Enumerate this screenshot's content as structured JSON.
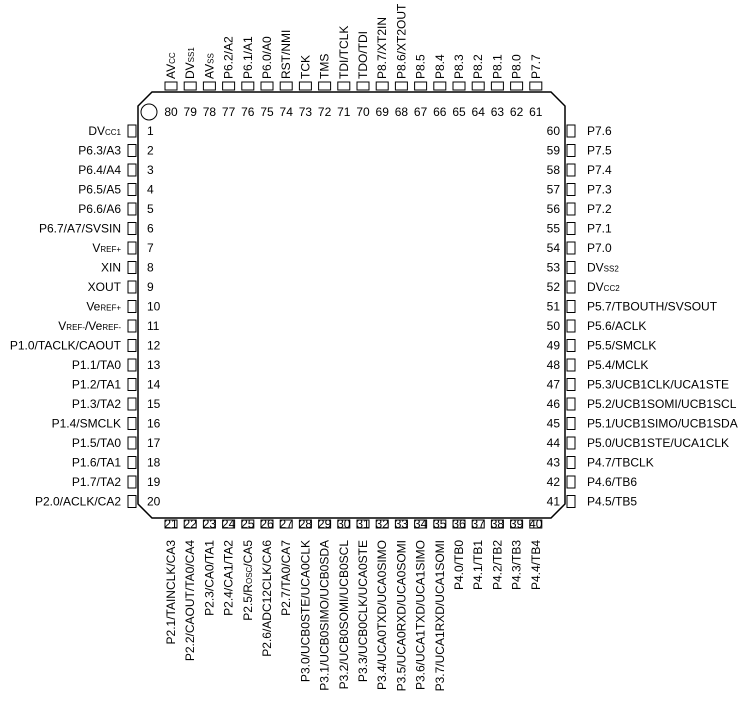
{
  "package": {
    "pins_left": [
      {
        "num": "1",
        "label": "DV",
        "sub": "CC1"
      },
      {
        "num": "2",
        "label": "P6.3/A3"
      },
      {
        "num": "3",
        "label": "P6.4/A4"
      },
      {
        "num": "4",
        "label": "P6.5/A5"
      },
      {
        "num": "5",
        "label": "P6.6/A6"
      },
      {
        "num": "6",
        "label": "P6.7/A7/SVSIN"
      },
      {
        "num": "7",
        "label": "V",
        "sub": "REF+"
      },
      {
        "num": "8",
        "label": "XIN"
      },
      {
        "num": "9",
        "label": "XOUT"
      },
      {
        "num": "10",
        "label": "Ve",
        "sub": "REF+"
      },
      {
        "num": "11",
        "label": "V",
        "sub": "REF-",
        "label2": "/Ve",
        "sub2": "REF-"
      },
      {
        "num": "12",
        "label": "P1.0/TACLK/CAOUT"
      },
      {
        "num": "13",
        "label": "P1.1/TA0"
      },
      {
        "num": "14",
        "label": "P1.2/TA1"
      },
      {
        "num": "15",
        "label": "P1.3/TA2"
      },
      {
        "num": "16",
        "label": "P1.4/SMCLK"
      },
      {
        "num": "17",
        "label": "P1.5/TA0"
      },
      {
        "num": "18",
        "label": "P1.6/TA1"
      },
      {
        "num": "19",
        "label": "P1.7/TA2"
      },
      {
        "num": "20",
        "label": "P2.0/ACLK/CA2"
      }
    ],
    "pins_right": [
      {
        "num": "60",
        "label": "P7.6"
      },
      {
        "num": "59",
        "label": "P7.5"
      },
      {
        "num": "58",
        "label": "P7.4"
      },
      {
        "num": "57",
        "label": "P7.3"
      },
      {
        "num": "56",
        "label": "P7.2"
      },
      {
        "num": "55",
        "label": "P7.1"
      },
      {
        "num": "54",
        "label": "P7.0"
      },
      {
        "num": "53",
        "label": "DV",
        "sub": "SS2"
      },
      {
        "num": "52",
        "label": "DV",
        "sub": "CC2"
      },
      {
        "num": "51",
        "label": "P5.7/TBOUTH/SVSOUT"
      },
      {
        "num": "50",
        "label": "P5.6/ACLK"
      },
      {
        "num": "49",
        "label": "P5.5/SMCLK"
      },
      {
        "num": "48",
        "label": "P5.4/MCLK"
      },
      {
        "num": "47",
        "label": "P5.3/UCB1CLK/UCA1STE"
      },
      {
        "num": "46",
        "label": "P5.2/UCB1SOMI/UCB1SCL"
      },
      {
        "num": "45",
        "label": "P5.1/UCB1SIMO/UCB1SDA"
      },
      {
        "num": "44",
        "label": "P5.0/UCB1STE/UCA1CLK"
      },
      {
        "num": "43",
        "label": "P4.7/TBCLK"
      },
      {
        "num": "42",
        "label": "P4.6/TB6"
      },
      {
        "num": "41",
        "label": "P4.5/TB5"
      }
    ],
    "pins_top": [
      {
        "num": "80",
        "label": "AV",
        "sub": "CC"
      },
      {
        "num": "79",
        "label": "DV",
        "sub": "SS1"
      },
      {
        "num": "78",
        "label": "AV",
        "sub": "SS"
      },
      {
        "num": "77",
        "label": "P6.2/A2"
      },
      {
        "num": "76",
        "label": "P6.1/A1"
      },
      {
        "num": "75",
        "label": "P6.0/A0"
      },
      {
        "num": "74",
        "label": "RST/NMI"
      },
      {
        "num": "73",
        "label": "TCK"
      },
      {
        "num": "72",
        "label": "TMS"
      },
      {
        "num": "71",
        "label": "TDI/TCLK"
      },
      {
        "num": "70",
        "label": "TDO/TDI"
      },
      {
        "num": "69",
        "label": "P8.7/XT2IN"
      },
      {
        "num": "68",
        "label": "P8.6/XT2OUT"
      },
      {
        "num": "67",
        "label": "P8.5"
      },
      {
        "num": "66",
        "label": "P8.4"
      },
      {
        "num": "65",
        "label": "P8.3"
      },
      {
        "num": "64",
        "label": "P8.2"
      },
      {
        "num": "63",
        "label": "P8.1"
      },
      {
        "num": "62",
        "label": "P8.0"
      },
      {
        "num": "61",
        "label": "P7.7"
      }
    ],
    "pins_bottom": [
      {
        "num": "21",
        "label": "P2.1/TAINCLK/CA3"
      },
      {
        "num": "22",
        "label": "P2.2/CAOUT/TA0/CA4"
      },
      {
        "num": "23",
        "label": "P2.3/CA0/TA1"
      },
      {
        "num": "24",
        "label": "P2.4/CA1/TA2"
      },
      {
        "num": "25",
        "label": "P2.5/R",
        "sub": "OSC",
        "label2": "/CA5"
      },
      {
        "num": "26",
        "label": "P2.6/ADC12CLK/CA6"
      },
      {
        "num": "27",
        "label": "P2.7/TA0/CA7"
      },
      {
        "num": "28",
        "label": "P3.0/UCB0STE/UCA0CLK"
      },
      {
        "num": "29",
        "label": "P3.1/UCB0SIMO/UCB0SDA"
      },
      {
        "num": "30",
        "label": "P3.2/UCB0SOMI/UCB0SCL"
      },
      {
        "num": "31",
        "label": "P3.3/UCB0CLK/UCA0STE"
      },
      {
        "num": "32",
        "label": "P3.4/UCA0TXD/UCA0SIMO"
      },
      {
        "num": "33",
        "label": "P3.5/UCA0RXD/UCA0SOMI"
      },
      {
        "num": "34",
        "label": "P3.6/UCA1TXD/UCA1SIMO"
      },
      {
        "num": "35",
        "label": "P3.7/UCA1RXD/UCA1SOMI"
      },
      {
        "num": "36",
        "label": "P4.0/TB0"
      },
      {
        "num": "37",
        "label": "P4.1/TB1"
      },
      {
        "num": "38",
        "label": "P4.2/TB2"
      },
      {
        "num": "39",
        "label": "P4.3/TB3"
      },
      {
        "num": "40",
        "label": "P4.4/TB4"
      }
    ]
  }
}
